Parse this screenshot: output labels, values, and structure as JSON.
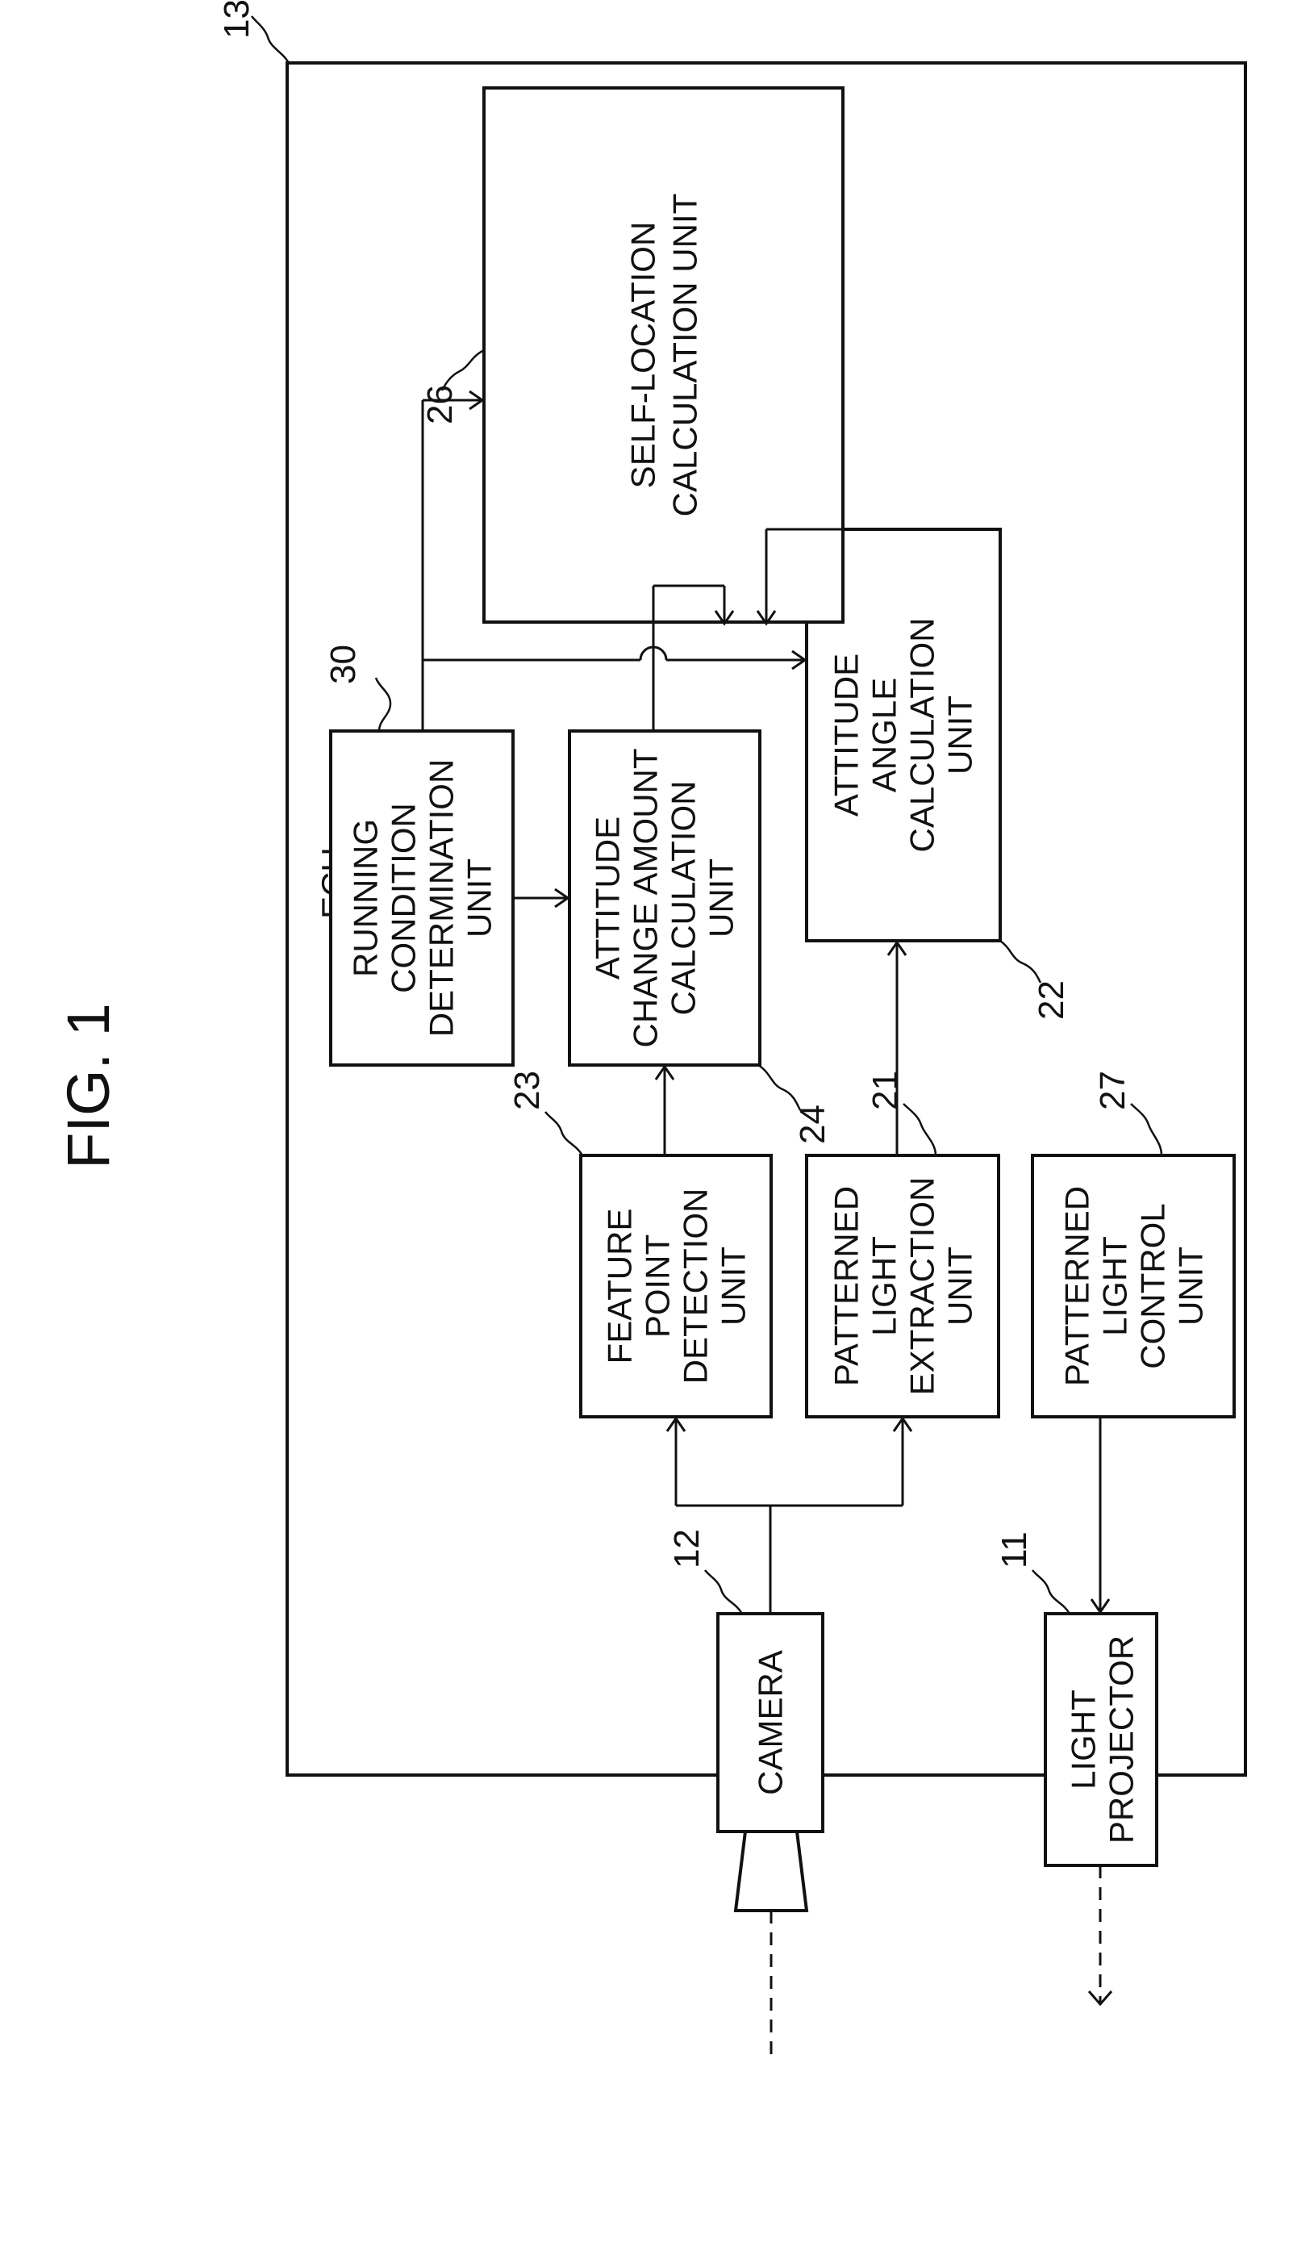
{
  "figure": {
    "title": "FIG. 1",
    "ecu_label": "ECU",
    "ecu_ref": "13"
  },
  "units": {
    "camera": {
      "ref": "12",
      "lines": [
        "CAMERA"
      ]
    },
    "light_projector": {
      "ref": "11",
      "lines": [
        "LIGHT",
        "PROJECTOR"
      ]
    },
    "feature_point_detection": {
      "ref": "23",
      "lines": [
        "FEATURE",
        "POINT",
        "DETECTION",
        "UNIT"
      ]
    },
    "patterned_light_extraction": {
      "ref": "21",
      "lines": [
        "PATTERNED",
        "LIGHT",
        "EXTRACTION",
        "UNIT"
      ]
    },
    "patterned_light_control": {
      "ref": "27",
      "lines": [
        "PATTERNED",
        "LIGHT",
        "CONTROL",
        "UNIT"
      ]
    },
    "running_condition_determination": {
      "ref": "30",
      "lines": [
        "RUNNING",
        "CONDITION",
        "DETERMINATION",
        "UNIT"
      ]
    },
    "attitude_change_amount_calculation": {
      "ref": "24",
      "lines": [
        "ATTITUDE",
        "CHANGE AMOUNT",
        "CALCULATION",
        "UNIT"
      ]
    },
    "attitude_angle_calculation": {
      "ref": "22",
      "lines": [
        "ATTITUDE",
        "ANGLE",
        "CALCULATION",
        "UNIT"
      ]
    },
    "self_location_calculation": {
      "ref": "26",
      "lines": [
        "SELF-LOCATION",
        "CALCULATION UNIT"
      ]
    }
  }
}
